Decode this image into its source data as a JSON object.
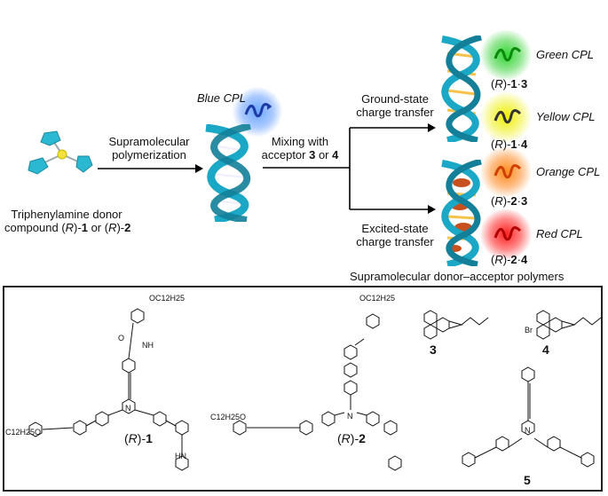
{
  "top": {
    "donor": {
      "line1": "Triphenylamine donor",
      "line2_pre": "compound (",
      "line2_r1": "R",
      "line2_mid1": ")-",
      "line2_n1": "1",
      "line2_or": " or (",
      "line2_r2": "R",
      "line2_mid2": ")-",
      "line2_n2": "2"
    },
    "step1": {
      "line1": "Supramolecular",
      "line2": "polymerization"
    },
    "blue_cpl": "Blue CPL",
    "step2": {
      "line1": "Mixing with",
      "line2_pre": "acceptor ",
      "n3": "3",
      "or": " or ",
      "n4": "4"
    },
    "ground": {
      "line1": "Ground-state",
      "line2": "charge transfer"
    },
    "excited": {
      "line1": "Excited-state",
      "line2": "charge transfer"
    },
    "products": [
      {
        "cpl": "Green CPL",
        "r": "R",
        "a": "1",
        "b": "3",
        "color": "#22c422"
      },
      {
        "cpl": "Yellow CPL",
        "r": "R",
        "a": "1",
        "b": "4",
        "color": "#e8e800"
      },
      {
        "cpl": "Orange CPL",
        "r": "R",
        "a": "2",
        "b": "3",
        "color": "#ff7a00"
      },
      {
        "cpl": "Red CPL",
        "r": "R",
        "a": "2",
        "b": "4",
        "color": "#ff1a1a"
      }
    ],
    "caption": "Supramolecular donor–acceptor polymers"
  },
  "bottom": {
    "compound1": {
      "r": "R",
      "n": "1"
    },
    "compound2": {
      "r": "R",
      "n": "2"
    },
    "n3": "3",
    "n4": "4",
    "n5": "5",
    "br": "Br",
    "o": "O",
    "n_atom": "N",
    "nh": "NH",
    "hn": "HN",
    "oc12": "OC",
    "c12": "C",
    "sub12": "12",
    "sub25": "25"
  },
  "colors": {
    "helix": "#1ba7c6",
    "blue_glow": "#3c8cff"
  }
}
